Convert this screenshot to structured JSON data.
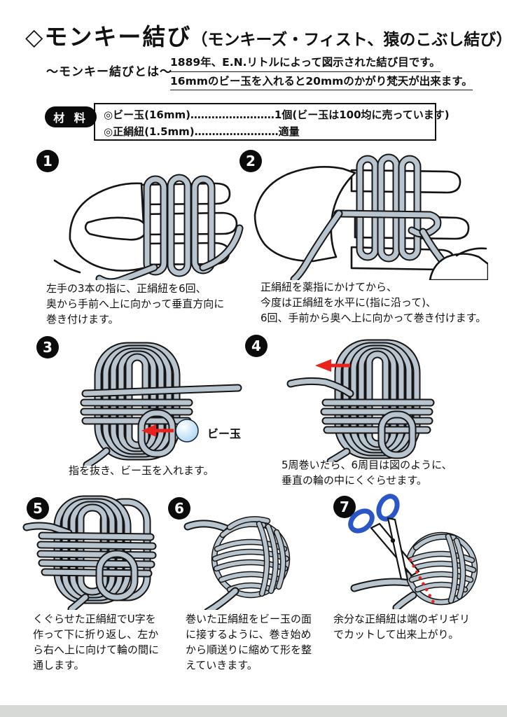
{
  "page": {
    "title_main": "◇モンキー結び",
    "title_sub": "（モンキーズ・フィスト、猿のこぶし結び）"
  },
  "intro": {
    "label": "～モンキー結びとは～",
    "line1": "1889年、E.N.リトルによって図示された結び目です。",
    "line2": "16mmのビー玉を入れると20mmのかがり梵天が出来ます。"
  },
  "materials": {
    "label": "材 料",
    "items": [
      "◎ビー玉(16mm)……………………1個(ビー玉は100均に売っています)",
      "◎正絹紐(1.5mm)……………………適量"
    ]
  },
  "steps": [
    {
      "number": "1",
      "caption": "左手の3本の指に、正絹紐を6回、\n奥から手前へ上に向かって垂直方向に\n巻き付けます。"
    },
    {
      "number": "2",
      "caption": "正絹紐を薬指にかけてから、\n今度は正絹紐を水平に(指に沿って)、\n6回、手前から奥へ上に向かって巻き付けます。"
    },
    {
      "number": "3",
      "caption": "指を抜き、ビー玉を入れます。",
      "annotation": "ビー玉"
    },
    {
      "number": "4",
      "caption": "5周巻いたら、6周目は図のように、\n垂直の輪の中にくぐらせます。"
    },
    {
      "number": "5",
      "caption": "くぐらせた正絹紐でU字を\n作って下に折り返し、左か\nら右へ上に向けて輪の間に\n通します。"
    },
    {
      "number": "6",
      "caption": "巻いた正絹紐をビー玉の面\nに接するように、巻き始め\nから順送りに縮めて形を整\nえていきます。"
    },
    {
      "number": "7",
      "caption": "余分な正絹紐は端のギリギリ\nでカットして出来上がり。"
    }
  ],
  "figures": {
    "step1": "hand-with-vertical-rope-wraps",
    "step2": "hand-with-horizontal-rope-wraps",
    "step3": "rope-coil-with-marble-and-left-arrow",
    "step4": "rope-coil-with-left-arrow",
    "step5": "rope-knot-with-loops",
    "step6": "rope-ball-with-loose-ends",
    "step7": "scissors-cutting-rope-ball"
  },
  "colors": {
    "rope_fill": "#b9c5ce",
    "rope_outline": "#151515",
    "arrow_red": "#e8231e",
    "marble_blue": "#a9d2ee",
    "scissors_blue": "#2a56c6",
    "badge_bg": "#0b0b0b",
    "badge_text": "#ffffff",
    "bottom_band": "#d6d9d6"
  }
}
